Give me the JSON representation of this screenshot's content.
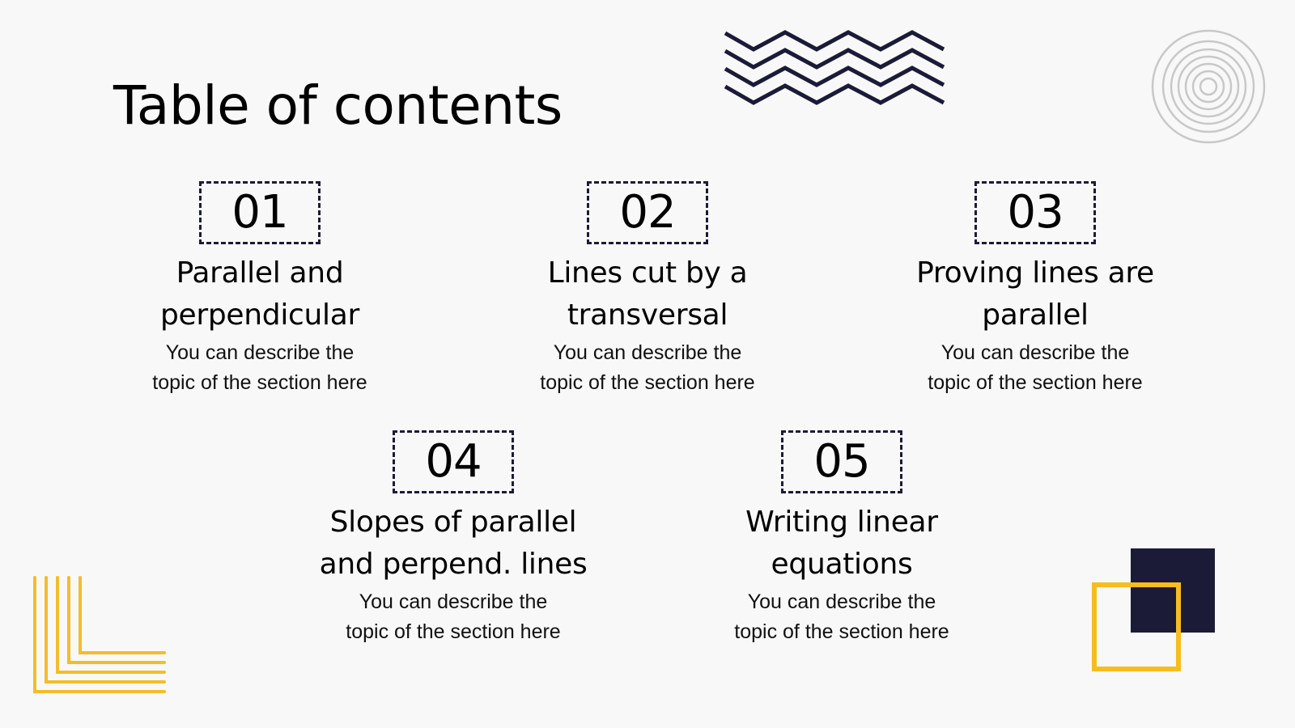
{
  "slide": {
    "title": "Table of contents",
    "colors": {
      "background": "#F8F8F8",
      "navy": "#1B1B38",
      "yellow": "#F2BD1F",
      "ring_gray": "#C8C8C8",
      "text": "#000000"
    }
  },
  "sections": [
    {
      "number": "01",
      "title_line1": "Parallel and",
      "title_line2": "perpendicular",
      "desc_line1": "You can describe the",
      "desc_line2": "topic of the section here"
    },
    {
      "number": "02",
      "title_line1": "Lines cut by a",
      "title_line2": "transversal",
      "desc_line1": "You can describe the",
      "desc_line2": "topic of the section here"
    },
    {
      "number": "03",
      "title_line1": "Proving lines are",
      "title_line2": "parallel",
      "desc_line1": "You can describe the",
      "desc_line2": "topic of the section here"
    },
    {
      "number": "04",
      "title_line1": "Slopes of parallel",
      "title_line2": "and perpend. lines",
      "desc_line1": "You can describe the",
      "desc_line2": "topic of the section here"
    },
    {
      "number": "05",
      "title_line1": "Writing linear",
      "title_line2": "equations",
      "desc_line1": "You can describe the",
      "desc_line2": "topic of the section here"
    }
  ],
  "decorations": {
    "zigzag": "zigzag-lines-icon",
    "rings": "concentric-circles-icon",
    "corner_lines": "corner-lines-icon",
    "squares": "overlapping-squares-icon"
  }
}
